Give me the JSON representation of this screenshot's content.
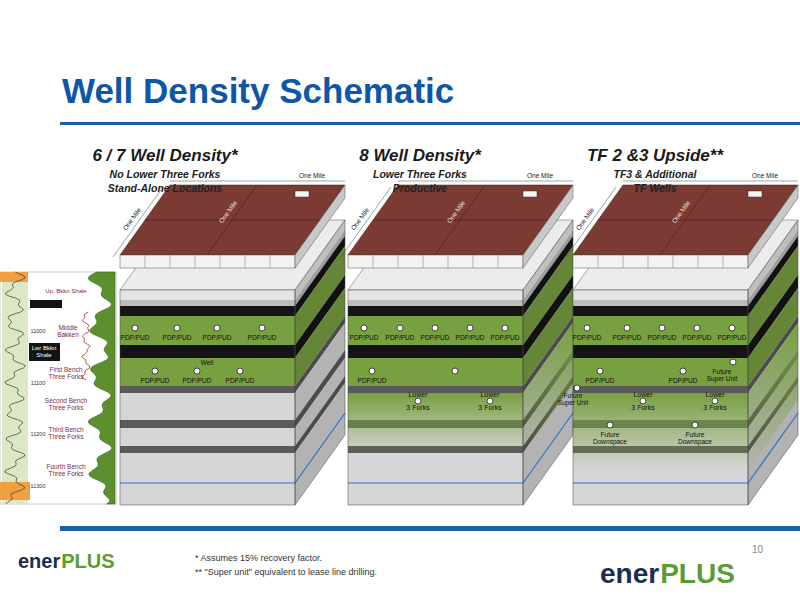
{
  "diagram": {
    "title": "Well Density Schematic",
    "nodes": [
      {
        "text": [
          "6 / 7 Well Density*",
          "No Lower Three Forks Stand-Alone Locations"
        ]
      },
      {
        "text": [
          "8 Well Density*",
          "Lower Three Forks Productive"
        ]
      },
      {
        "text": [
          "TF 2 &3 Upside**",
          "TF3 & Additional TF Wells"
        ]
      }
    ],
    "labels": [
      "Up. Bkkn Shale",
      "Middle Bakken",
      "Lwr Bkkn Shale",
      "First Bench Three Forks",
      "Second Bench Three Forks",
      "Third Bench Three Forks",
      "Fourth Bench Three Forks",
      "11000",
      "11100",
      "11200",
      "11300",
      "One Mile",
      "One Mile",
      "One Mile",
      "PDP/PUD",
      "PDP/PUD",
      "PDP/PUD",
      "PDP/PUD",
      "Well",
      "PDP/PUD",
      "PDP/PUD",
      "PDP/PUD",
      "One Mile",
      "One Mile",
      "One Mile",
      "PDP/PUD",
      "PDP/PUD",
      "PDP/PUD",
      "PDP/PUD",
      "PDP/PUD",
      "PDP/PUD",
      "Lower 3 Forks",
      "Lower 3 Forks",
      "One Mile",
      "One Mile",
      "One Mile",
      "PDP/PUD",
      "PDP/PUD",
      "PDP/PUD",
      "PDP/PUD",
      "PDP/PUD",
      "PDP/PUD",
      "PDP/PUD",
      "Future Super Unit",
      "Future Super Unit",
      "Lower 3 Forks",
      "Lower 3 Forks",
      "Future Downspace",
      "Future Downspace",
      "* Assumes 15% recovery factor.",
      "** \"Super unit\" equivalent to lease line drilling.",
      "10",
      "ener",
      "PLUS",
      "ener",
      "PLUS"
    ]
  }
}
